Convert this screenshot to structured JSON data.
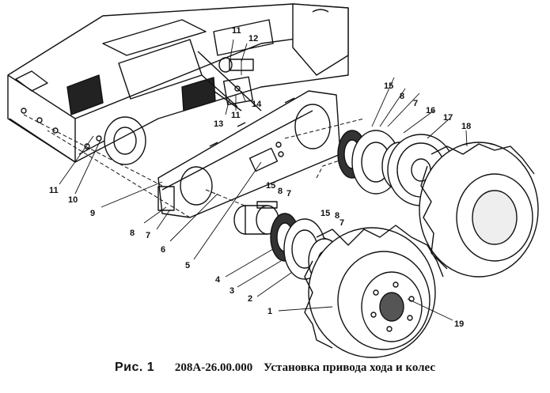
{
  "caption": {
    "figure_label": "Рис. 1",
    "document_code": "208А-26.00.000",
    "title": "Установка привода хода и колес"
  },
  "callouts": [
    "1",
    "2",
    "3",
    "4",
    "5",
    "6",
    "7",
    "7",
    "7",
    "7",
    "8",
    "8",
    "8",
    "8",
    "9",
    "10",
    "11",
    "11",
    "11",
    "12",
    "13",
    "14",
    "15",
    "15",
    "15",
    "16",
    "17",
    "18",
    "19"
  ],
  "colors": {
    "line": "#111111",
    "background": "#ffffff",
    "shade": "#333333"
  }
}
